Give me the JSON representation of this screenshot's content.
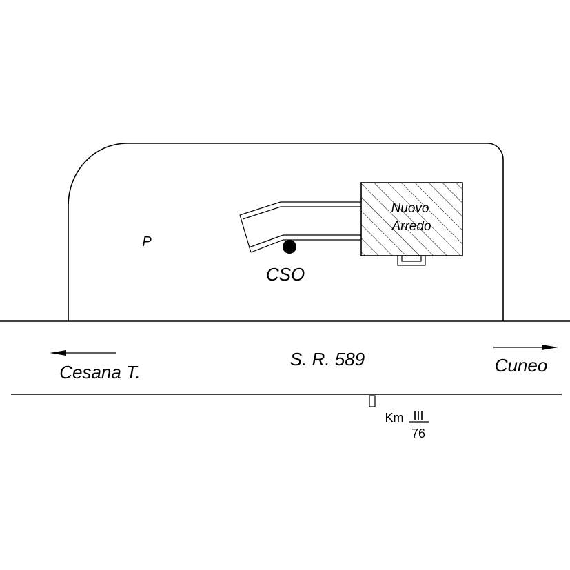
{
  "labels": {
    "parking": "P",
    "station": "CSO",
    "building_line1": "Nuovo",
    "building_line2": "Arredo",
    "road": "S. R. 589",
    "direction_left": "Cesana T.",
    "direction_right": "Cuneo",
    "km_prefix": "Km",
    "km_numerator": "III",
    "km_denominator": "76"
  },
  "colors": {
    "ink": "#000000",
    "background": "#ffffff"
  }
}
